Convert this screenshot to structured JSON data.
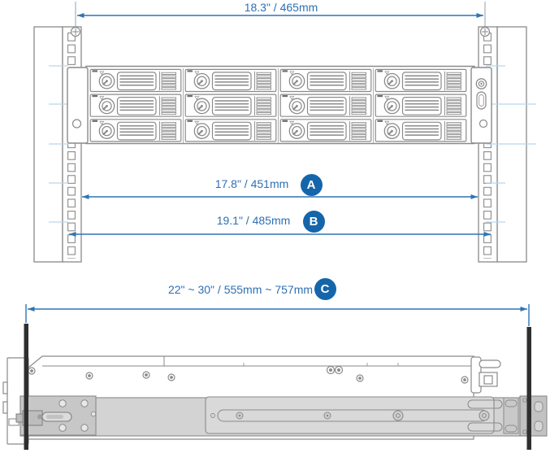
{
  "diagram": {
    "front_view": {
      "dimension_overall_width": "18.3\" / 465mm",
      "dimension_a": {
        "text": "17.8\" / 451mm",
        "marker": "A"
      },
      "dimension_b": {
        "text": "19.1\" / 485mm",
        "marker": "B"
      },
      "drive_bays": {
        "rows": 3,
        "columns": 4,
        "total": 12
      }
    },
    "side_view": {
      "dimension_c": {
        "text": "22\" ~ 30\" / 555mm ~ 757mm",
        "marker": "C"
      }
    },
    "colors": {
      "dimension_text": "#2d70b3",
      "dimension_line": "#2e74b5",
      "marker_badge": "#1565ab",
      "line_art": "#8a8a8a",
      "rail_fill": "#d3d3d3",
      "rack_post_bar": "#2f2f2f",
      "guide_line": "#b8d6ee"
    }
  }
}
